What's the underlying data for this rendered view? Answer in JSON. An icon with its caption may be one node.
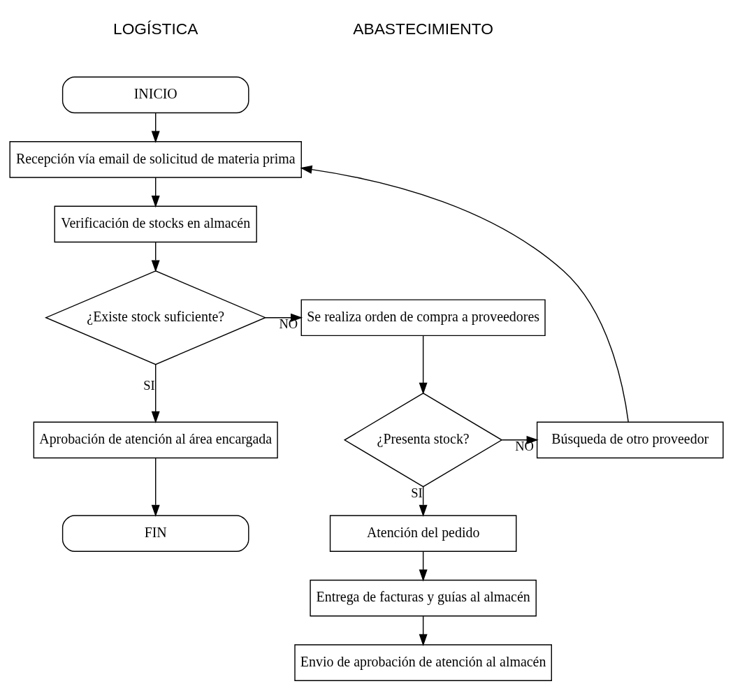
{
  "diagram": {
    "nodes": [
      {
        "text": [
          "INICIO"
        ]
      },
      {
        "text": [
          "Recepción vía email de solicitud de materia prima"
        ]
      },
      {
        "text": [
          "Verificación de stocks en almacén"
        ]
      },
      {
        "text": [
          "¿Existe stock suficiente?"
        ]
      },
      {
        "text": [
          "Aprobación de atención al área encargada"
        ]
      },
      {
        "text": [
          "FIN"
        ]
      },
      {
        "text": [
          "Se realiza orden de compra a proveedores"
        ]
      },
      {
        "text": [
          "¿Presenta stock?"
        ]
      },
      {
        "text": [
          "Búsqueda de otro proveedor"
        ]
      },
      {
        "text": [
          "Atención del pedido"
        ]
      },
      {
        "text": [
          "Entrega de facturas y guías al almacén"
        ]
      },
      {
        "text": [
          "Envio de aprobación de atención al almacén"
        ]
      }
    ],
    "edges": [
      {
        "from": 0,
        "to": 1,
        "arrow": "to"
      },
      {
        "from": 1,
        "to": 2,
        "arrow": "to"
      },
      {
        "from": 2,
        "to": 3,
        "arrow": "to"
      },
      {
        "from": 3,
        "to": 6,
        "label": "NO",
        "arrow": "to"
      },
      {
        "from": 3,
        "to": 4,
        "label": "SI",
        "arrow": "to"
      },
      {
        "from": 4,
        "to": 5,
        "arrow": "to"
      },
      {
        "from": 6,
        "to": 7,
        "arrow": "to"
      },
      {
        "from": 7,
        "to": 8,
        "label": "NO",
        "arrow": "to"
      },
      {
        "from": 8,
        "to": 1,
        "arrow": "to"
      },
      {
        "from": 7,
        "to": 9,
        "label": "SI",
        "arrow": "to"
      },
      {
        "from": 9,
        "to": 10,
        "arrow": "to"
      },
      {
        "from": 10,
        "to": 11,
        "arrow": "to"
      }
    ],
    "labels": [
      "LOGÍSTICA",
      "ABASTECIMIENTO"
    ]
  }
}
